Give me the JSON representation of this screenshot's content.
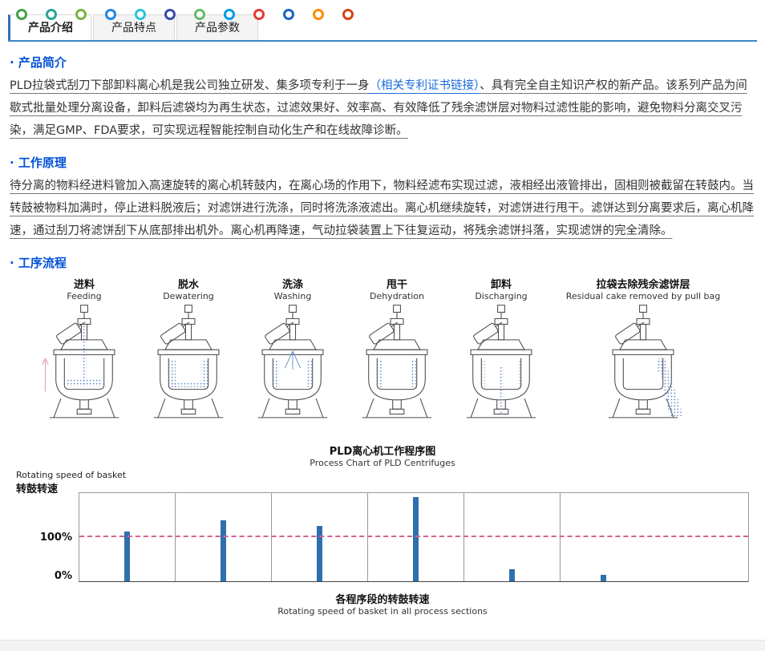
{
  "topbar": {
    "icons": [
      "#43a047",
      "#26a69a",
      "#7cb342",
      "#1e88e5",
      "#26c6da",
      "#3949ab",
      "#66bb6a",
      "#039be5",
      "#e53935",
      "#1565c0",
      "#fb8c00",
      "#d84315"
    ]
  },
  "tabs": [
    {
      "name": "product-intro",
      "label": "产品介绍",
      "active": true
    },
    {
      "name": "product-features",
      "label": "产品特点",
      "active": false
    },
    {
      "name": "product-params",
      "label": "产品参数",
      "active": false
    }
  ],
  "sections": {
    "intro": {
      "heading": "· 产品简介",
      "text_before_link": "PLD拉袋式刮刀下部卸料离心机是我公司独立研发、集多项专利于一身",
      "link": "（相关专利证书链接）",
      "text_after_link": "、具有完全自主知识产权的新产品。该系列产品为间歇式批量处理分离设备，卸料后滤袋均为再生状态，过滤效果好、效率高、有效降低了残余滤饼层对物料过滤性能的影响，避免物料分离交叉污染，满足GMP、FDA要求，可实现远程智能控制自动化生产和在线故障诊断。"
    },
    "principle": {
      "heading": "· 工作原理",
      "text": "待分离的物料经进料管加入高速旋转的离心机转鼓内，在离心场的作用下，物料经滤布实现过滤，液相经出液管排出，固相则被截留在转鼓内。当转鼓被物料加满时，停止进料脱液后；对滤饼进行洗涤，同时将洗涤液滤出。离心机继续旋转，对滤饼进行甩干。滤饼达到分离要求后，离心机降速，通过刮刀将滤饼刮下从底部排出机外。离心机再降速，气动拉袋装置上下往复运动，将残余滤饼抖落，实现滤饼的完全清除。"
    },
    "process": {
      "heading": "· 工序流程"
    }
  },
  "diagram": {
    "stages": [
      {
        "zh": "进料",
        "en": "Feeding"
      },
      {
        "zh": "脱水",
        "en": "Dewatering"
      },
      {
        "zh": "洗涤",
        "en": "Washing"
      },
      {
        "zh": "甩干",
        "en": "Dehydration"
      },
      {
        "zh": "卸料",
        "en": "Discharging"
      },
      {
        "zh": "拉袋去除残余滤饼层",
        "en": "Residual cake removed by pull bag"
      }
    ],
    "caption_zh": "PLD离心机工作程序图",
    "caption_en": "Process Chart of PLD Centrifuges"
  },
  "chart_data": {
    "type": "bar",
    "title": "各程序段的转鼓转速",
    "subtitle": "Rotating speed of basket in all process sections",
    "ylabel_en": "Rotating speed of basket",
    "ylabel_zh": "转鼓转速",
    "yticks": [
      "100%",
      "0%"
    ],
    "categories": [
      "进料 Feeding",
      "脱水 Dewatering",
      "洗涤 Washing",
      "甩干 Dehydration",
      "卸料 Discharging",
      "拉袋去除残余滤饼层 Residual cake removed by pull bag"
    ],
    "values": [
      112,
      139,
      125,
      191,
      27,
      14
    ],
    "ylim": [
      0,
      200
    ],
    "grid": "section-separators",
    "legend": "none",
    "reference_line": {
      "value": 100,
      "style": "dashed",
      "color": "#d4638f"
    },
    "bar_color": "#2e6fae"
  }
}
